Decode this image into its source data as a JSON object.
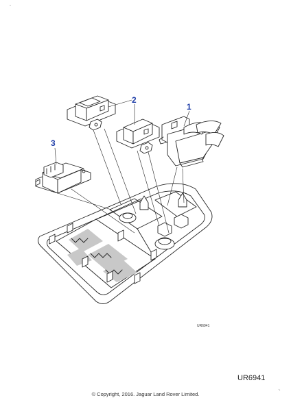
{
  "callouts": [
    {
      "label": "1"
    },
    {
      "label": "2"
    },
    {
      "label": "3"
    }
  ],
  "drawing_code_small": "UR6941",
  "drawing_code": "UR6941",
  "copyright": "© Copyright, 2016. Jaguar Land Rover Limited.",
  "colors": {
    "callout": "#1f3ea8",
    "line": "#222222",
    "hatch": "#c8c8c8"
  }
}
